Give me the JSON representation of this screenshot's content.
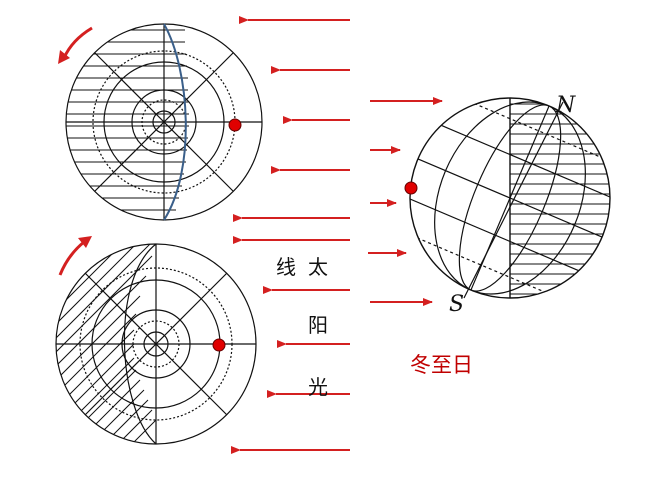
{
  "labels": {
    "sunlight_chars": [
      "线",
      "太",
      "阳",
      "光"
    ],
    "caption": "冬至日",
    "north": "N",
    "south": "S"
  },
  "colors": {
    "arrow": "#d42020",
    "dot": "#e00000",
    "line": "#111111",
    "terminator": "#3a5f8a",
    "caption": "#c00000"
  }
}
